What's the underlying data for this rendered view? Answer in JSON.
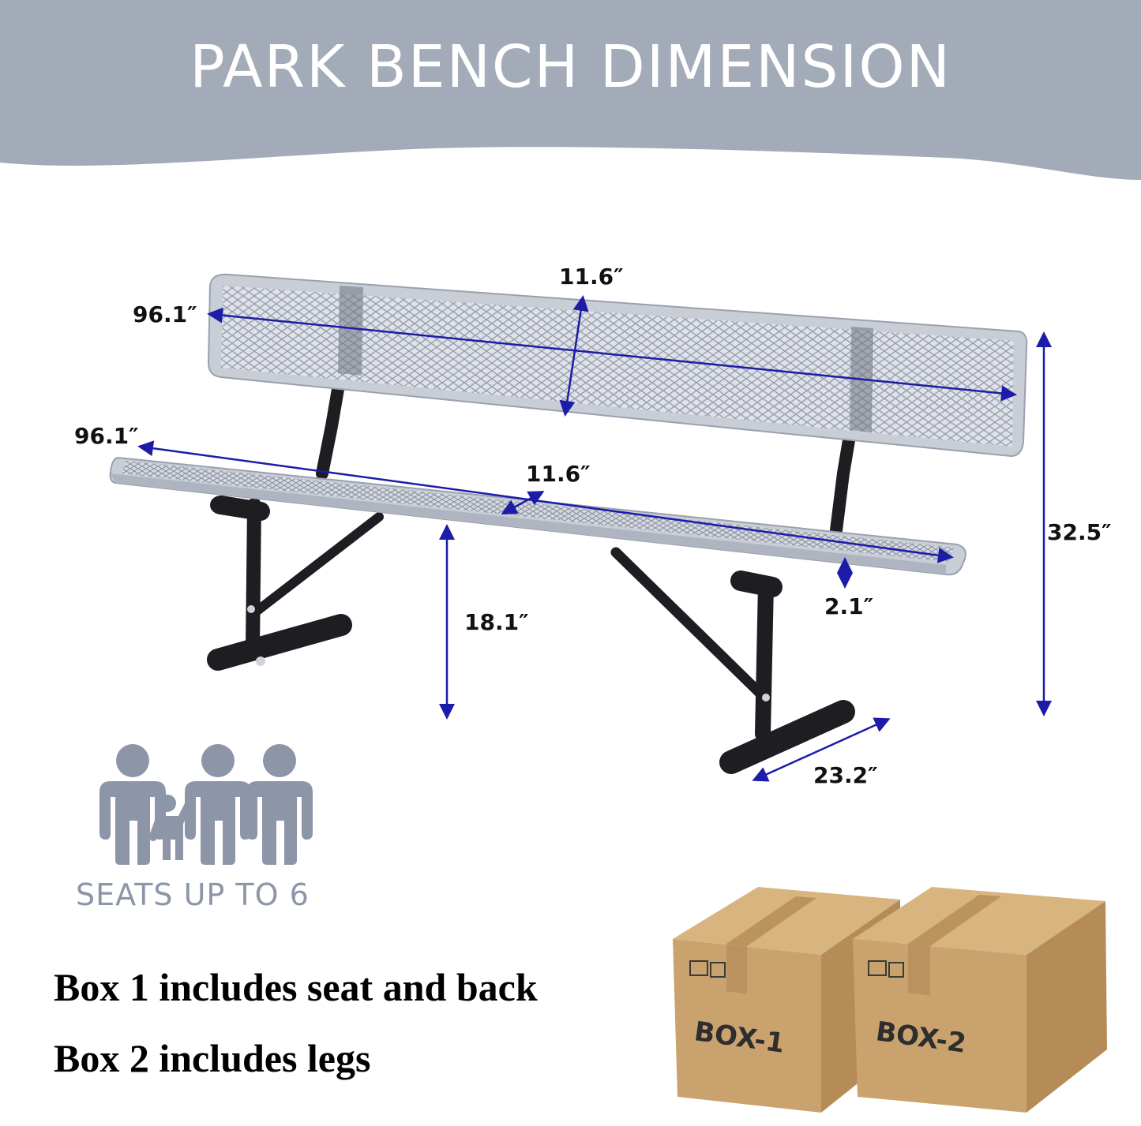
{
  "header": {
    "title": "PARK BENCH DIMENSION"
  },
  "dimensions": {
    "back_length": "96.1″",
    "back_height": "11.6″",
    "seat_length": "96.1″",
    "seat_depth": "11.6″",
    "seat_height": "18.1″",
    "seat_thickness": "2.1″",
    "total_height": "32.5″",
    "leg_depth": "23.2″"
  },
  "capacity": {
    "text": "SEATS UP TO 6"
  },
  "boxes": {
    "box1_text": "Box 1 includes seat and back",
    "box2_text": "Box 2 includes legs",
    "box1_label": "BOX-1",
    "box2_label": "BOX-2"
  },
  "colors": {
    "banner": "#a3aab8",
    "dimension_arrow": "#1c1ca8",
    "bench_mesh": "#c8cdd6",
    "bench_frame": "#1e1e22",
    "people_icon": "#8c96a8",
    "box": "#c9a26e"
  }
}
